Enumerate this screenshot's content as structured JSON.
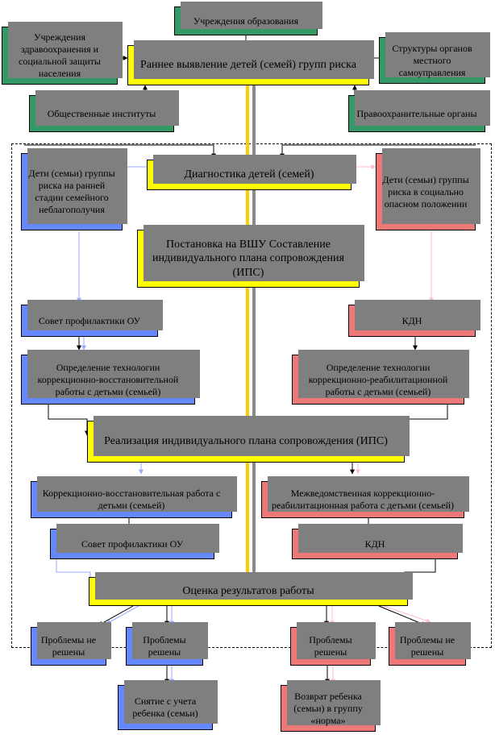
{
  "top": {
    "edu": "Учреждения образования",
    "health": "Учреждения здравоохранения и социальной защиты населения",
    "early": "Раннее выявление детей (семей) групп риска",
    "local_gov": "Структуры органов местного самоуправления",
    "public": "Общественные институты",
    "law": "Правоохранительные органы"
  },
  "stage1": {
    "diag": "Диагностика детей (семей)",
    "early_risk": "Дети (семьи) группы риска на ранней стадии семейного неблагополучия",
    "danger_risk": "Дети (семьи) группы риска в социально опасном положении",
    "register": "Постановка на ВШУ Составление индивидуального плана сопровождения (ИПС)",
    "council1": "Совет профилактики ОУ",
    "kdn1": "КДН",
    "tech_blue": "Определение технологии коррекционно-восстановительной работы с детьми (семьей)",
    "tech_red": "Определение технологии коррекционно-реабилитационной работы с детьми (семьей)"
  },
  "stage2": {
    "implement": "Реализация индивидуального плана сопровождения (ИПС)",
    "work_blue": "Коррекционно-восстановительная работа с детьми (семьей)",
    "work_red": "Межведомственная коррекционно-реабилитационная работа с детьми (семьей)",
    "council2": "Совет профилактики ОУ",
    "kdn2": "КДН"
  },
  "stage3": {
    "evaluate": "Оценка результатов работы",
    "unsolved_blue": "Проблемы не решены",
    "solved_blue": "Проблемы решены",
    "solved_red": "Проблемы решены",
    "unsolved_red": "Проблемы не решены",
    "deregister": "Снятие с учета ребенка (семьи)",
    "return": "Возврат ребенка (семьи) в группу «норма»"
  },
  "colors": {
    "green": "#339966",
    "yellow": "#ffff00",
    "blue": "#6688ff",
    "red": "#ee7777",
    "main_flow": "#ffcc00",
    "shadow": "#7f7f7f"
  }
}
